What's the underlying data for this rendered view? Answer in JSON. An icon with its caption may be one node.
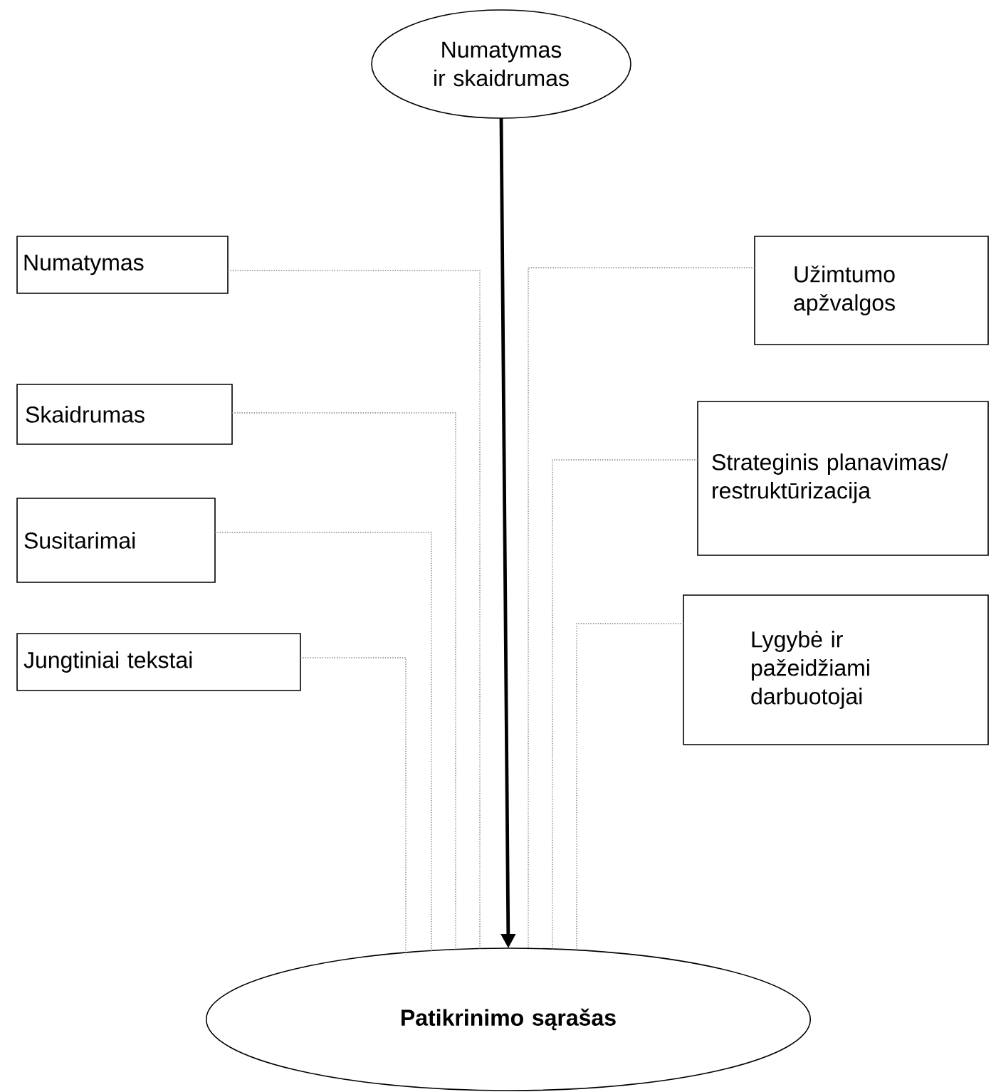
{
  "diagram": {
    "nodes": [
      {
        "text": [
          "Numatymas ir skaidrumas"
        ]
      },
      {
        "text": [
          "Numatymas"
        ]
      },
      {
        "text": [
          "Užimtumo apžvalgos"
        ]
      },
      {
        "text": [
          "Skaidrumas"
        ]
      },
      {
        "text": [
          "Strateginis planavimas/ restruktūrizacija"
        ]
      },
      {
        "text": [
          "Susitarimai"
        ]
      },
      {
        "text": [
          "Lygybė ir pažeidžiami darbuotojai"
        ]
      },
      {
        "text": [
          "Jungtiniai tekstai"
        ]
      },
      {
        "text": [
          "Patikrinimo sąrašas"
        ]
      }
    ],
    "edges": [
      {
        "from": 0,
        "to": 8,
        "arrow": "to",
        "style": "thick",
        "color": "#000000"
      },
      {
        "from": 1,
        "to": 8,
        "arrow": "none",
        "style": "dashed"
      },
      {
        "from": 2,
        "to": 8,
        "arrow": "none",
        "style": "dashed"
      },
      {
        "from": 3,
        "to": 8,
        "arrow": "none",
        "style": "dashed"
      },
      {
        "from": 4,
        "to": 8,
        "arrow": "none",
        "style": "dashed"
      },
      {
        "from": 5,
        "to": 8,
        "arrow": "none",
        "style": "dashed"
      },
      {
        "from": 6,
        "to": 8,
        "arrow": "none",
        "style": "dashed"
      },
      {
        "from": 7,
        "to": 8,
        "arrow": "none",
        "style": "dashed"
      }
    ]
  }
}
